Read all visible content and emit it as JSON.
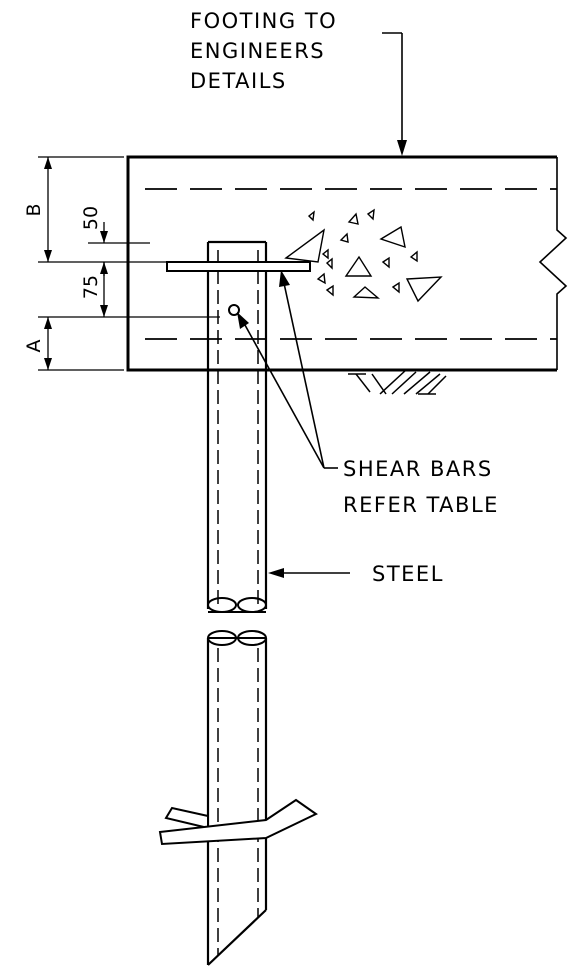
{
  "labels": {
    "footing_line1": "FOOTING TO",
    "footing_line2": "ENGINEERS",
    "footing_line3": "DETAILS",
    "shear_line1": "SHEAR BARS",
    "shear_line2": "REFER TABLE",
    "steel": "STEEL"
  },
  "dimensions": {
    "b": "B",
    "d50": "50",
    "d75": "75",
    "a": "A"
  }
}
